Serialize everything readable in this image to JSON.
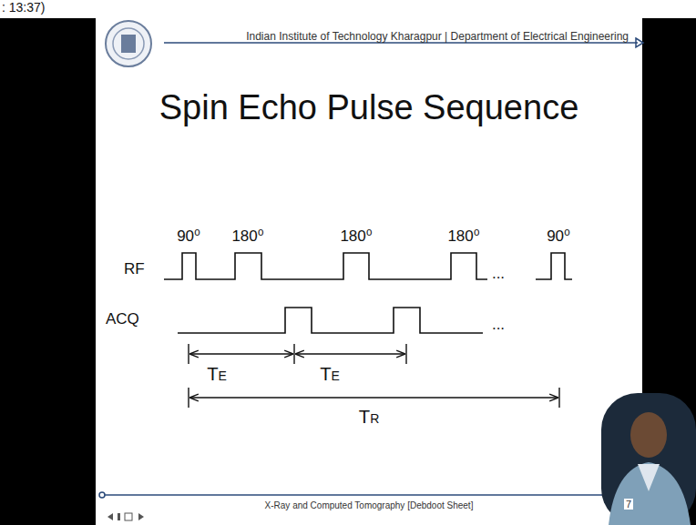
{
  "diagram": {
    "title": "Spin Echo Pulse Sequence",
    "labels": [
      ": 13:37)",
      "Indian Institute of Technology Kharagpur | Department of Electrical Engineering",
      "90⁰",
      "180⁰",
      "180⁰",
      "180⁰",
      "90⁰",
      "RF",
      "...",
      "ACQ",
      "...",
      "TE",
      "TE",
      "TR",
      "X-Ray and Computed Tomography [Debdoot Sheet]",
      "7"
    ]
  }
}
